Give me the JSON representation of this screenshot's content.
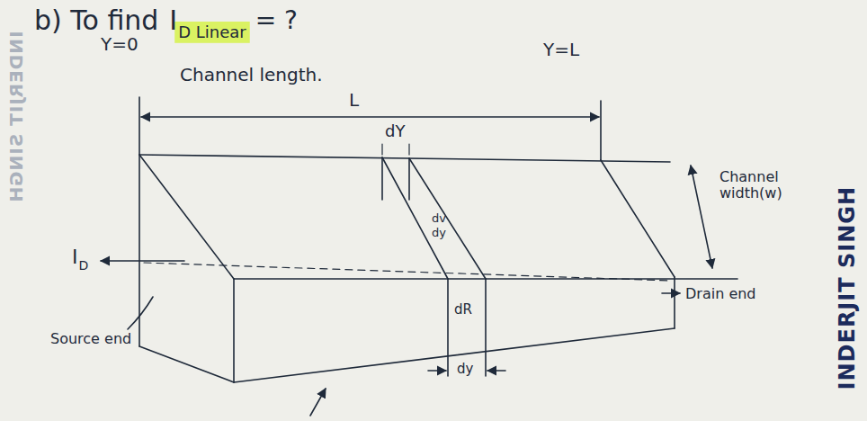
{
  "diagram": {
    "title": "b) To find",
    "labels": [
      "I",
      "D Linear",
      "= ?",
      "Y=0",
      "Y=L",
      "Channel length.",
      "L",
      "dY",
      "Channel width(w)",
      "dv",
      "dy",
      "I",
      "D",
      "dR",
      "Drain end",
      "Source end",
      "dy",
      "INDERJIT SINGH",
      "INDERJIT SINGH"
    ]
  }
}
